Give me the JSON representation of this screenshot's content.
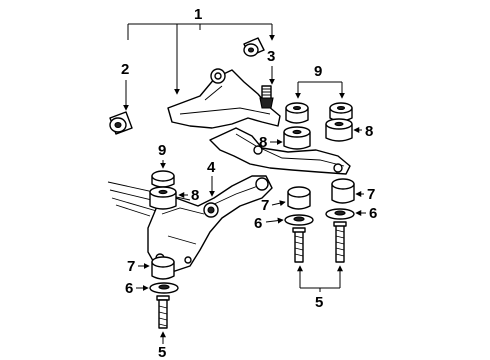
{
  "callouts": {
    "c1": "1",
    "c2": "2",
    "c3": "3",
    "c4": "4",
    "c5a": "5",
    "c5b": "5",
    "c6a": "6",
    "c6b": "6",
    "c6c": "6",
    "c7a": "7",
    "c7b": "7",
    "c7c": "7",
    "c8a": "8",
    "c8b": "8",
    "c8c": "8",
    "c9a": "9",
    "c9b": "9"
  }
}
